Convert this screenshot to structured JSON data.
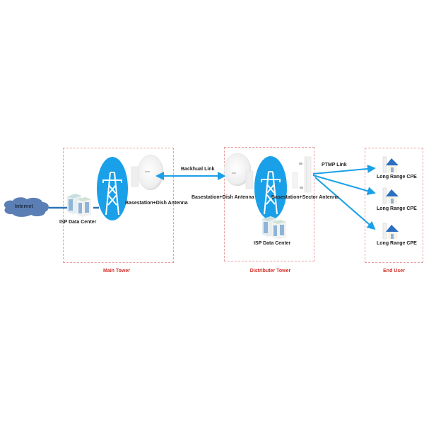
{
  "zones": {
    "main_tower": "Main Tower",
    "distributer_tower": "Distributer Tower",
    "end_user": "End User"
  },
  "nodes": {
    "internet": "Internet",
    "isp_main": "ISP Data Center",
    "basestation_main": "Basestation+Dish Antenna",
    "basestation_dist_dish": "Basestation+Dish Antenna",
    "basestation_dist_sector": "Basestation+Sector Antenna",
    "isp_dist": "ISP Data Center",
    "cpe": [
      "Long Range CPE",
      "Long Range CPE",
      "Long Range CPE"
    ]
  },
  "links": {
    "backhaul": "Backhual Link",
    "ptmp": "PTMP Link"
  },
  "colors": {
    "tower_blue": "#1aa0e8",
    "link_blue": "#1aa0e8",
    "cloud": "#5b7fb5",
    "zone_border": "#e8a0a0",
    "zone_label": "#d0302a"
  }
}
